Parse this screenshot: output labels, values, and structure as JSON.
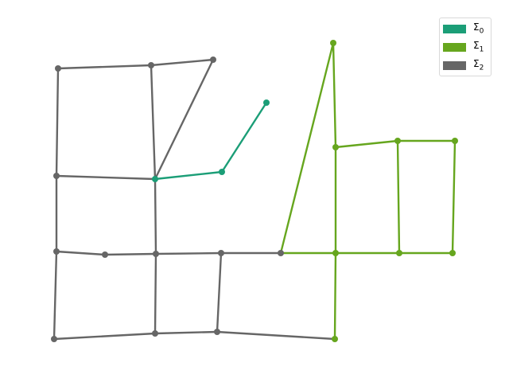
{
  "legend": [
    {
      "symbol": "Σ",
      "sub": "0",
      "color": "#1b9e77"
    },
    {
      "symbol": "Σ",
      "sub": "1",
      "color": "#66a61e"
    },
    {
      "symbol": "Σ",
      "sub": "2",
      "color": "#666666"
    }
  ],
  "edges": [
    {
      "a": "n1",
      "b": "n2",
      "cls": 2
    },
    {
      "a": "n2",
      "b": "n3",
      "cls": 2
    },
    {
      "a": "n1",
      "b": "n4",
      "cls": 2
    },
    {
      "a": "n2",
      "b": "n5",
      "cls": 2
    },
    {
      "a": "n3",
      "b": "n5",
      "cls": 2
    },
    {
      "a": "n4",
      "b": "n5",
      "cls": 2
    },
    {
      "a": "n4",
      "b": "n9",
      "cls": 2
    },
    {
      "a": "n5",
      "b": "n11",
      "cls": 2
    },
    {
      "a": "n9",
      "b": "n10",
      "cls": 2
    },
    {
      "a": "n10",
      "b": "n11",
      "cls": 2
    },
    {
      "a": "n11",
      "b": "n12",
      "cls": 2
    },
    {
      "a": "n12",
      "b": "n13",
      "cls": 2
    },
    {
      "a": "n9",
      "b": "n17",
      "cls": 2
    },
    {
      "a": "n11",
      "b": "n18",
      "cls": 2
    },
    {
      "a": "n12",
      "b": "n19",
      "cls": 2
    },
    {
      "a": "n17",
      "b": "n18",
      "cls": 2
    },
    {
      "a": "n18",
      "b": "n19",
      "cls": 2
    },
    {
      "a": "n19",
      "b": "n20",
      "cls": 2
    },
    {
      "a": "n5",
      "b": "n6",
      "cls": 0
    },
    {
      "a": "n6",
      "b": "n7",
      "cls": 0
    },
    {
      "a": "n13",
      "b": "n8",
      "cls": 1
    },
    {
      "a": "n8",
      "b": "n14",
      "cls": 1
    },
    {
      "a": "n13",
      "b": "n21",
      "cls": 1
    },
    {
      "a": "n21",
      "b": "n15",
      "cls": 1
    },
    {
      "a": "n15",
      "b": "n16",
      "cls": 1
    },
    {
      "a": "n14",
      "b": "n21",
      "cls": 1
    },
    {
      "a": "n14",
      "b": "n22",
      "cls": 1
    },
    {
      "a": "n22",
      "b": "n23",
      "cls": 1
    },
    {
      "a": "n22",
      "b": "n15",
      "cls": 1
    },
    {
      "a": "n23",
      "b": "n16",
      "cls": 1
    },
    {
      "a": "n21",
      "b": "n20",
      "cls": 1
    }
  ],
  "nodes": [
    {
      "id": "n1",
      "cls": 2
    },
    {
      "id": "n2",
      "cls": 2
    },
    {
      "id": "n3",
      "cls": 2
    },
    {
      "id": "n4",
      "cls": 2
    },
    {
      "id": "n5",
      "cls": 0
    },
    {
      "id": "n6",
      "cls": 0
    },
    {
      "id": "n7",
      "cls": 0
    },
    {
      "id": "n8",
      "cls": 1
    },
    {
      "id": "n9",
      "cls": 2
    },
    {
      "id": "n10",
      "cls": 2
    },
    {
      "id": "n11",
      "cls": 2
    },
    {
      "id": "n12",
      "cls": 2
    },
    {
      "id": "n13",
      "cls": 2
    },
    {
      "id": "n14",
      "cls": 1
    },
    {
      "id": "n15",
      "cls": 1
    },
    {
      "id": "n16",
      "cls": 1
    },
    {
      "id": "n17",
      "cls": 2
    },
    {
      "id": "n18",
      "cls": 2
    },
    {
      "id": "n19",
      "cls": 2
    },
    {
      "id": "n20",
      "cls": 1
    },
    {
      "id": "n21",
      "cls": 1
    },
    {
      "id": "n22",
      "cls": 1
    },
    {
      "id": "n23",
      "cls": 1
    }
  ]
}
